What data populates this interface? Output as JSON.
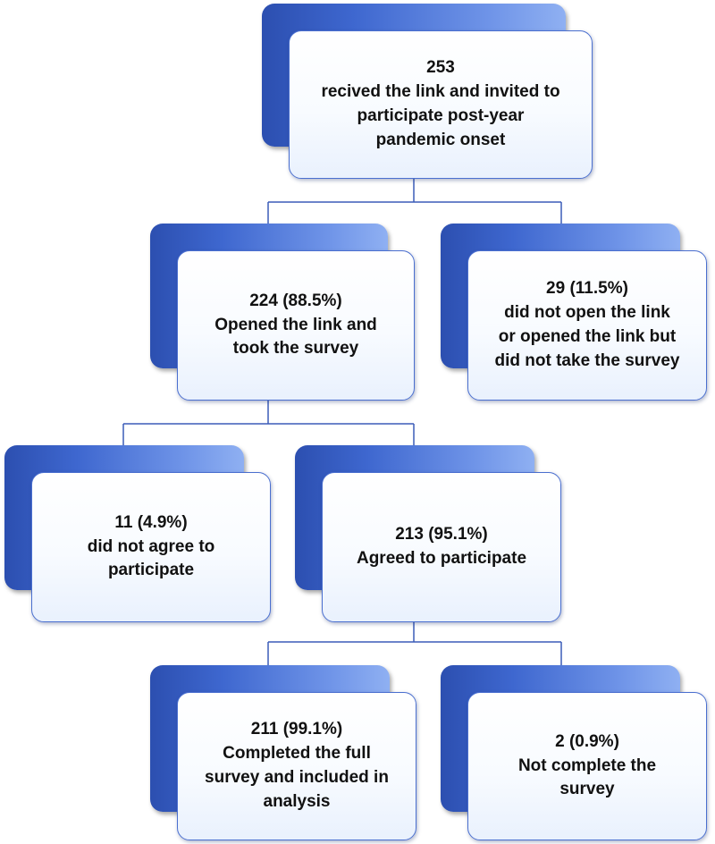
{
  "nodes": {
    "top": {
      "count": "253",
      "lines": [
        "recived the link and invited to",
        "participate post-year",
        "pandemic onset"
      ]
    },
    "opened": {
      "count": "224 (88.5%)",
      "lines": [
        "Opened the link and",
        "took the survey"
      ]
    },
    "not_opened": {
      "count": "29 (11.5%)",
      "lines": [
        "did not open the link",
        "or opened the link but",
        "did not take the survey"
      ]
    },
    "not_agree": {
      "count": "11 (4.9%)",
      "lines": [
        "did not agree to",
        "participate"
      ]
    },
    "agreed": {
      "count": "213 (95.1%)",
      "lines": [
        "Agreed to participate"
      ]
    },
    "completed": {
      "count": "211 (99.1%)",
      "lines": [
        "Completed the full",
        "survey and included in",
        "analysis"
      ]
    },
    "not_complete": {
      "count": "2 (0.9%)",
      "lines": [
        "Not complete the",
        "survey"
      ]
    }
  },
  "colors": {
    "accent": "#3e67cf",
    "connector": "#3b5cb8",
    "box_border": "#4a6fcf"
  }
}
